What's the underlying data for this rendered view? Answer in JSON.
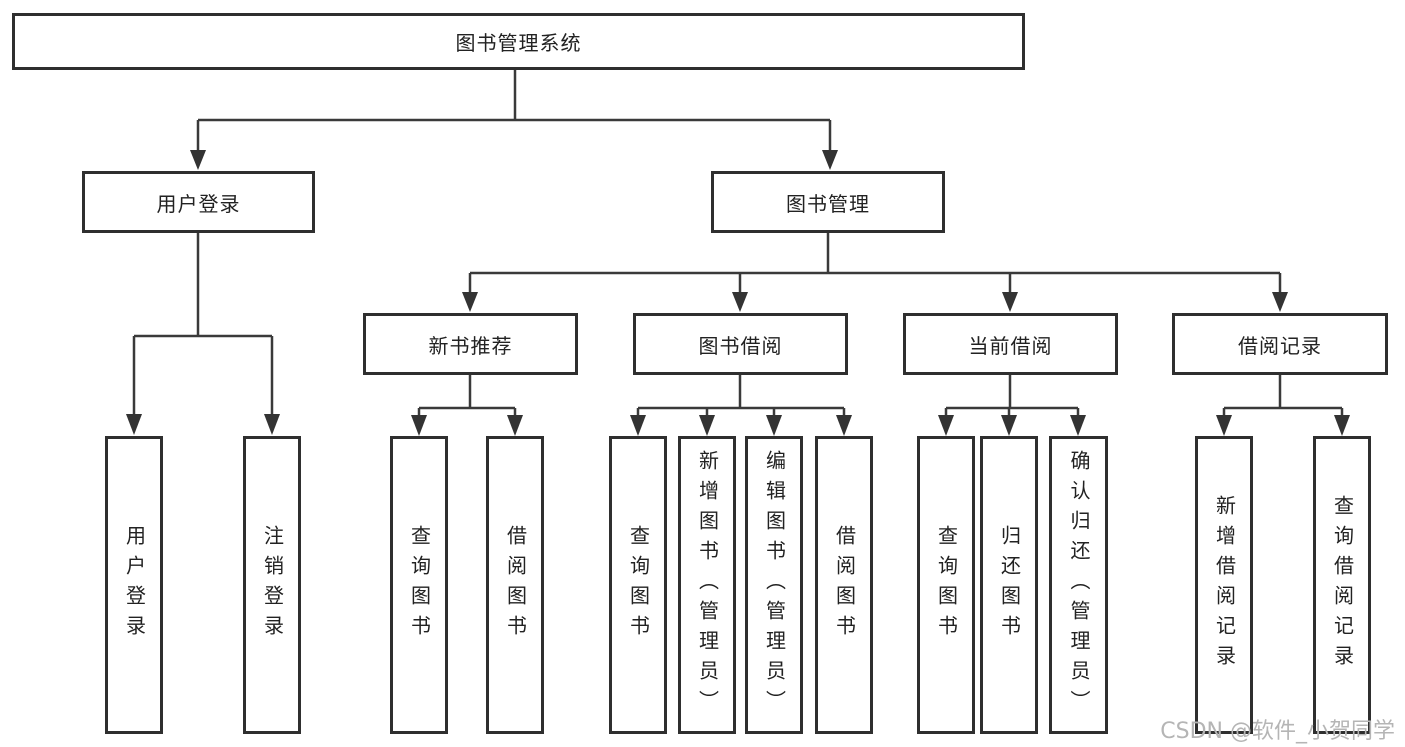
{
  "nodes": {
    "root": "图书管理系统",
    "level2": [
      "用户登录",
      "图书管理"
    ],
    "level3": [
      "新书推荐",
      "图书借阅",
      "当前借阅",
      "借阅记录"
    ],
    "leaves_user_login": [
      "用户登录",
      "注销登录"
    ],
    "leaves_new_book": [
      "查询图书",
      "借阅图书"
    ],
    "leaves_book_borrow": [
      "查询图书",
      "新增图书（管理员）",
      "编辑图书（管理员）",
      "借阅图书"
    ],
    "leaves_current_borrow": [
      "查询图书",
      "归还图书",
      "确认归还（管理员）"
    ],
    "leaves_borrow_records": [
      "新增借阅记录",
      "查询借阅记录"
    ]
  },
  "watermark": "CSDN @软件_小贺同学",
  "colors": {
    "line": "#3a3a3a",
    "box_border": "#2f2f2f",
    "text": "#222222",
    "watermark": "#b5b5b5",
    "background": "#ffffff"
  }
}
